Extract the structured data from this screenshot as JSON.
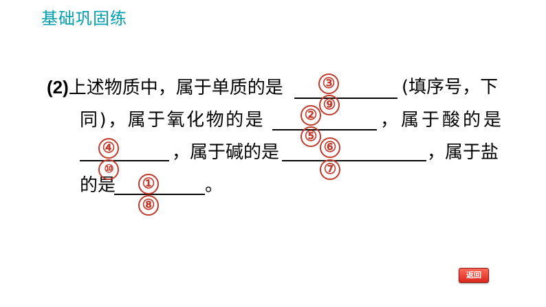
{
  "header": {
    "title": "基础巩固练"
  },
  "question": {
    "line1": {
      "num": "(2)",
      "text_a": "上述物质中，属于单质的是",
      "text_b": "(填序号，下"
    },
    "line2": {
      "text_a": "同)，属于氧化物的是",
      "text_b": "，属于酸的是"
    },
    "line3": {
      "text_a": "，属于碱的是",
      "text_b": "，属于盐"
    },
    "line4": {
      "text_a": "的是",
      "text_b": "。"
    }
  },
  "answers": {
    "elemental": [
      "③",
      "⑨"
    ],
    "oxide": [
      "②",
      "⑤"
    ],
    "acid": [
      "④",
      "⑩"
    ],
    "base": [
      "⑥",
      "⑦"
    ],
    "salt": [
      "①",
      "⑧"
    ]
  },
  "colors": {
    "header": "#00a0b0",
    "answer": "#c0392b",
    "button": "#d9261c"
  },
  "return_button": {
    "label": "返回"
  }
}
